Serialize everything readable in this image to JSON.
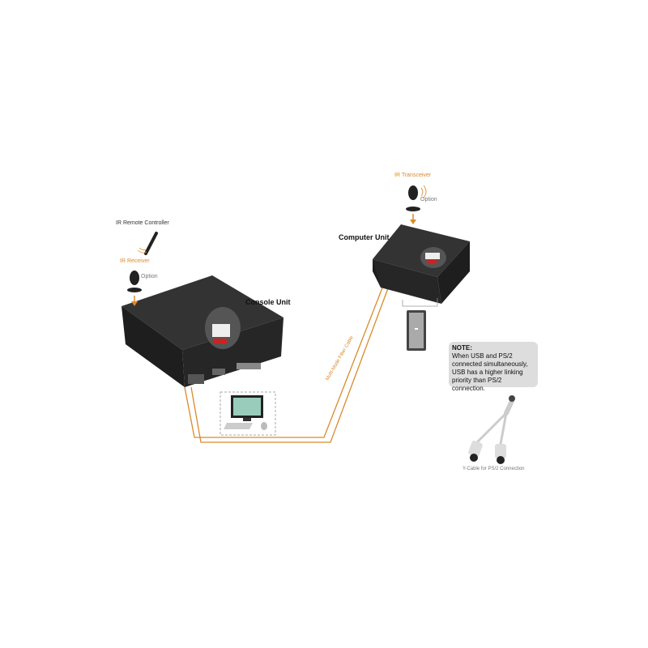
{
  "labels": {
    "ir_remote": "IR Remote Controller",
    "ir_receiver": "IR Receiver",
    "ir_transceiver": "IR Transceiver",
    "option_1": "Option",
    "option_2": "Option",
    "console_unit": "Console Unit",
    "computer_unit": "Computer Unit",
    "cable": "Multi-Mode Fiber Cable",
    "y_cable": "Y-Cable for PS/2 Connection"
  },
  "note": {
    "title": "NOTE:",
    "text": "When USB and PS/2 connected simultaneously, USB has a higher linking priority than PS/2 connection."
  },
  "colors": {
    "cable": "#d98a2b",
    "device": "#2a2a2a",
    "note_bg": "#dddddd"
  }
}
